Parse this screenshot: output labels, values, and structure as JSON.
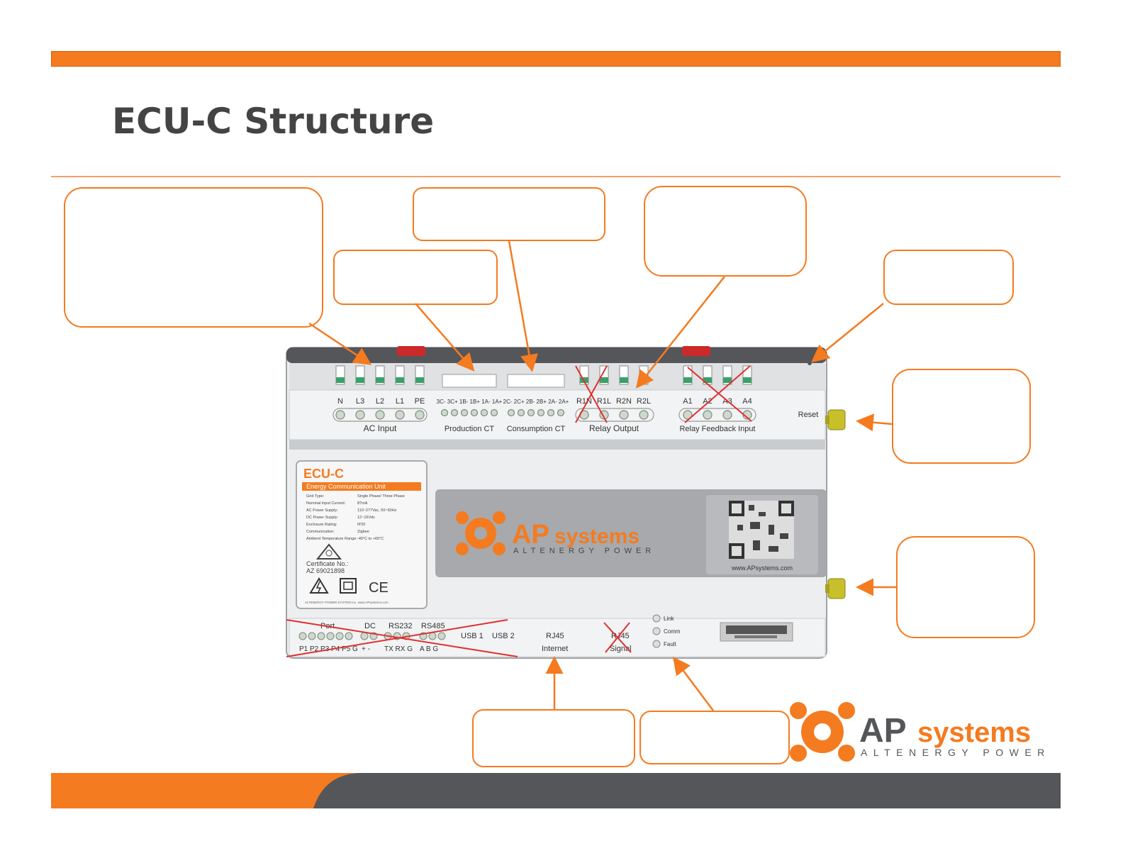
{
  "slide": {
    "title": "ECU-C Structure"
  },
  "colors": {
    "accent": "#f47b20",
    "dark": "#55565a",
    "panel": "#e8e9ea"
  },
  "device": {
    "top_terminals": {
      "ac_labels": [
        "N",
        "L3",
        "L2",
        "L1",
        "PE"
      ],
      "ac_group": "AC Input",
      "prod_labels": "3C- 3C+ 1B- 1B+ 1A- 1A+",
      "prod_group": "Production CT",
      "cons_labels": "2C- 2C+ 2B- 2B+ 2A- 2A+",
      "cons_group": "Consumption CT",
      "relay_labels": [
        "R1N",
        "R1L",
        "R2N",
        "R2L"
      ],
      "relay_group": "Relay Output",
      "feedback_labels": [
        "A1",
        "A2",
        "A3",
        "A4"
      ],
      "feedback_group": "Relay Feedback Input",
      "reset": "Reset"
    },
    "label_plate": {
      "model": "ECU-C",
      "subtitle": "Energy Communication Unit",
      "specs": [
        {
          "k": "Grid Type:",
          "v": "Single Phase/ Three Phase"
        },
        {
          "k": "Nominal Input Current:",
          "v": "87mA"
        },
        {
          "k": "AC Power Supply:",
          "v": "110~277Vac, 50~60Hz"
        },
        {
          "k": "DC Power Supply:",
          "v": "12~16Vdc"
        },
        {
          "k": "Enclosure Rating:",
          "v": "IP20"
        },
        {
          "k": "Communication:",
          "v": "Zigbee"
        },
        {
          "k": "Ambient Temperature Range:",
          "v": "-40°C to +65°C"
        }
      ],
      "cert_label": "Certificate No.:",
      "cert_no": "AZ 69021898",
      "ce": "CE",
      "footer": "ALTENERGY POWER SYSTEM Inc.   www.APsystems.com"
    },
    "brand_panel": {
      "brand_ap": "AP",
      "brand_systems": "systems",
      "tagline": "ALTENERGY POWER",
      "url": "www.APsystems.com"
    },
    "bottom": {
      "port_label": "Port",
      "dc_label": "DC",
      "rs232_label": "RS232",
      "rs485_label": "RS485",
      "port_pins": "P1 P2 P3 P4 P5 G",
      "dc_pins": "+ -",
      "rs232_pins": "TX RX G",
      "rs485_pins": "A B G",
      "usb1": "USB 1",
      "usb2": "USB 2",
      "rj45_internet": "RJ45",
      "internet": "Internet",
      "rj45_signal": "RJ45",
      "signal": "Signal",
      "leds": [
        "Link",
        "Comm",
        "Fault"
      ]
    }
  },
  "logo": {
    "ap": "AP",
    "systems": "systems",
    "tagline": "ALTENERGY POWER"
  }
}
